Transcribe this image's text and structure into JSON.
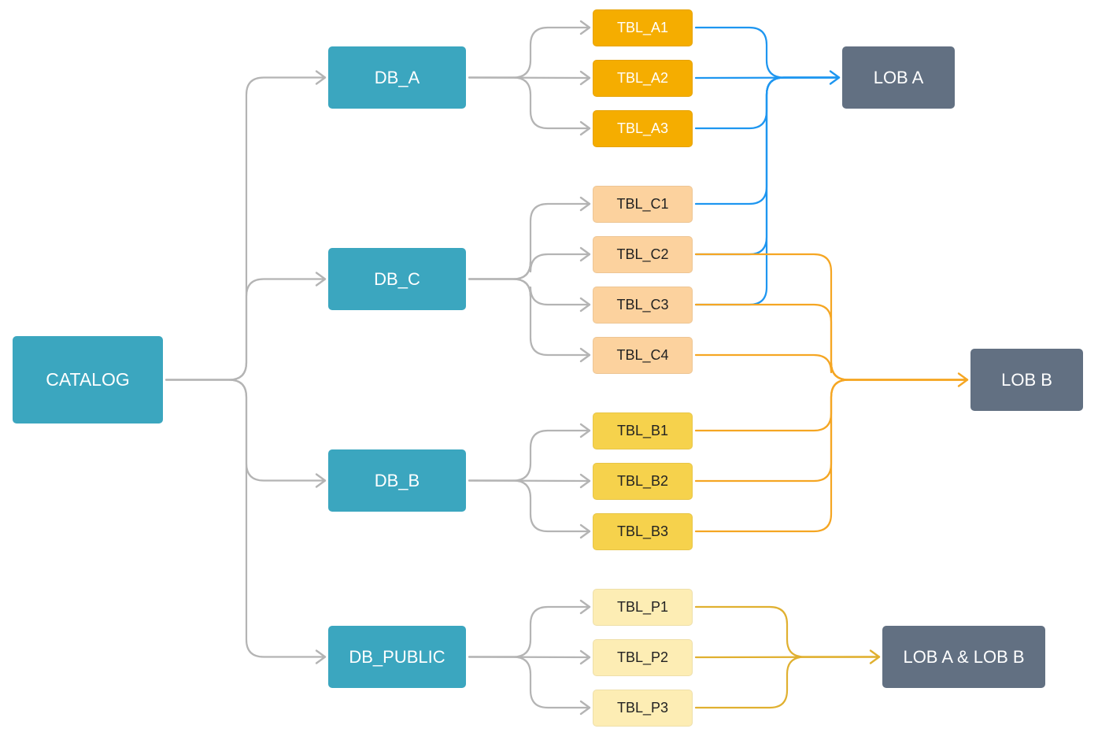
{
  "colors": {
    "db_node": "#3ba6bf",
    "lob_node": "#627082",
    "tbl_a_fill": "#f5ad00",
    "tbl_a_text": "#ffffff",
    "tbl_c_fill": "#fcd29e",
    "tbl_c_text": "#222222",
    "tbl_b_fill": "#f6d24c",
    "tbl_b_text": "#222222",
    "tbl_p_fill": "#fdedb4",
    "tbl_p_text": "#222222",
    "link_gray": "#b4b4b4",
    "link_blue": "#1e96f0",
    "link_orange": "#f5a623",
    "link_gold": "#e0b030"
  },
  "root": {
    "label": "CATALOG"
  },
  "databases": [
    {
      "id": "db_a",
      "label": "DB_A"
    },
    {
      "id": "db_c",
      "label": "DB_C"
    },
    {
      "id": "db_b",
      "label": "DB_B"
    },
    {
      "id": "db_public",
      "label": "DB_PUBLIC"
    }
  ],
  "tables": [
    {
      "id": "a1",
      "label": "TBL_A1",
      "group": "a"
    },
    {
      "id": "a2",
      "label": "TBL_A2",
      "group": "a"
    },
    {
      "id": "a3",
      "label": "TBL_A3",
      "group": "a"
    },
    {
      "id": "c1",
      "label": "TBL_C1",
      "group": "c"
    },
    {
      "id": "c2",
      "label": "TBL_C2",
      "group": "c"
    },
    {
      "id": "c3",
      "label": "TBL_C3",
      "group": "c"
    },
    {
      "id": "c4",
      "label": "TBL_C4",
      "group": "c"
    },
    {
      "id": "b1",
      "label": "TBL_B1",
      "group": "b"
    },
    {
      "id": "b2",
      "label": "TBL_B2",
      "group": "b"
    },
    {
      "id": "b3",
      "label": "TBL_B3",
      "group": "b"
    },
    {
      "id": "p1",
      "label": "TBL_P1",
      "group": "p"
    },
    {
      "id": "p2",
      "label": "TBL_P2",
      "group": "p"
    },
    {
      "id": "p3",
      "label": "TBL_P3",
      "group": "p"
    }
  ],
  "lobs": [
    {
      "id": "lob_a",
      "label": "LOB A"
    },
    {
      "id": "lob_b",
      "label": "LOB B"
    },
    {
      "id": "lob_ab",
      "label": "LOB A & LOB B"
    }
  ],
  "edges": {
    "catalog_to_db": [
      "db_a",
      "db_c",
      "db_b",
      "db_public"
    ],
    "db_to_tables": {
      "db_a": [
        "a1",
        "a2",
        "a3"
      ],
      "db_c": [
        "c1",
        "c2",
        "c3",
        "c4"
      ],
      "db_b": [
        "b1",
        "b2",
        "b3"
      ],
      "db_public": [
        "p1",
        "p2",
        "p3"
      ]
    },
    "to_lob_a": [
      "a1",
      "a2",
      "a3",
      "c1",
      "c2",
      "c3"
    ],
    "to_lob_b": [
      "c2",
      "c3",
      "c4",
      "b1",
      "b2",
      "b3"
    ],
    "to_lob_ab": [
      "p1",
      "p2",
      "p3"
    ]
  }
}
